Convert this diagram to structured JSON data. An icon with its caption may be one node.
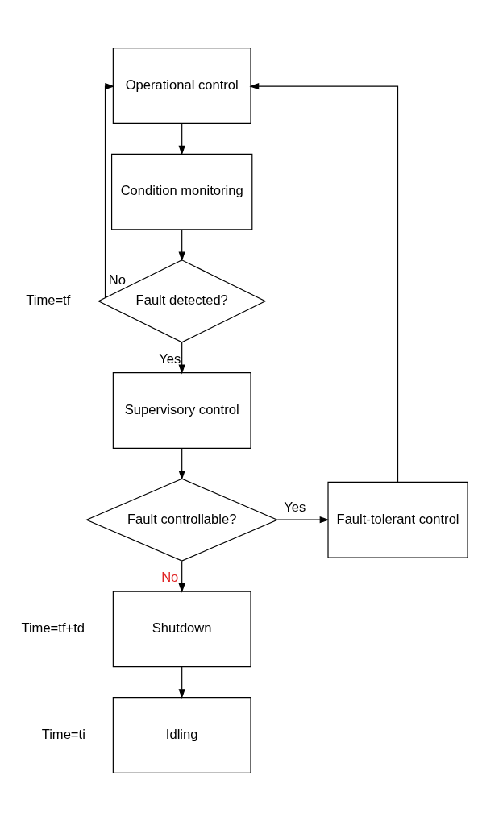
{
  "diagram": {
    "nodes": [
      {
        "text": [
          "Operational control"
        ]
      },
      {
        "text": [
          "Condition monitoring"
        ]
      },
      {
        "text": [
          "Fault detected?"
        ],
        "beside": [
          "Time=tf"
        ]
      },
      {
        "text": [
          "Supervisory control"
        ]
      },
      {
        "text": [
          "Fault controllable?"
        ]
      },
      {
        "text": [
          "Fault-tolerant control"
        ]
      },
      {
        "text": [
          "Shutdown"
        ],
        "beside": [
          "Time=tf+td"
        ]
      },
      {
        "text": [
          "Idling"
        ],
        "beside": [
          "Time=ti"
        ]
      }
    ],
    "edges": [
      {
        "from": 0,
        "to": 1,
        "arrow": "to"
      },
      {
        "from": 1,
        "to": 2,
        "arrow": "to"
      },
      {
        "from": 2,
        "to": 3,
        "label": "Yes",
        "arrow": "to"
      },
      {
        "from": 2,
        "to": 0,
        "label": "No",
        "arrow": "to"
      },
      {
        "from": 3,
        "to": 4,
        "arrow": "to"
      },
      {
        "from": 4,
        "to": 5,
        "label": "Yes",
        "arrow": "to"
      },
      {
        "from": 4,
        "to": 6,
        "label": "No",
        "arrow": "to"
      },
      {
        "from": 5,
        "to": 0,
        "arrow": "to"
      },
      {
        "from": 6,
        "to": 7,
        "arrow": "to"
      }
    ]
  }
}
